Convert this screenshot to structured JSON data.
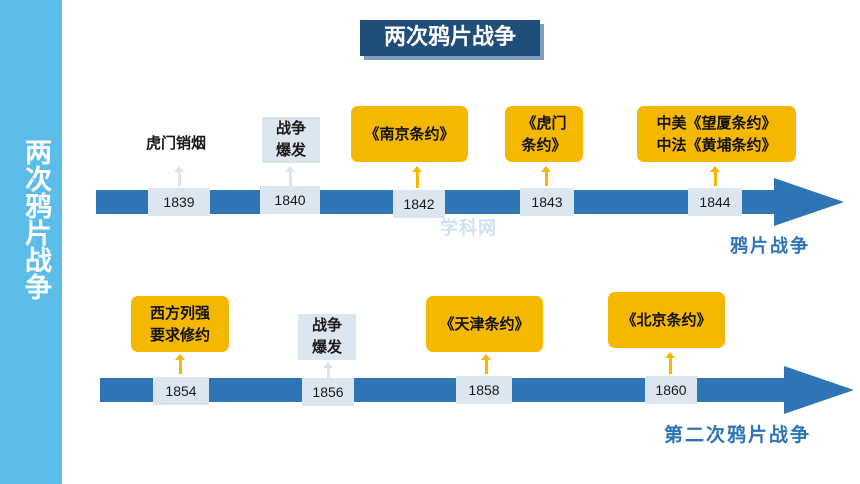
{
  "sidebar": {
    "title": "两次鸦片战争"
  },
  "header": {
    "title": "两次鸦片战争"
  },
  "watermark": "学科网",
  "first_war": {
    "label": "鸦片战争",
    "years": [
      "1839",
      "1840",
      "1842",
      "1843",
      "1844"
    ],
    "events": {
      "e1839": "虎门销烟",
      "e1840_line1": "战争",
      "e1840_line2": "爆发",
      "e1842": "《南京条约》",
      "e1843_line1": "《虎门",
      "e1843_line2": "条约》",
      "e1844_line1": "中美《望厦条约》",
      "e1844_line2": "中法《黄埔条约》"
    }
  },
  "second_war": {
    "label": "第二次鸦片战争",
    "years": [
      "1854",
      "1856",
      "1858",
      "1860"
    ],
    "events": {
      "e1854_line1": "西方列强",
      "e1854_line2": "要求修约",
      "e1856_line1": "战争",
      "e1856_line2": "爆发",
      "e1858": "《天津条约》",
      "e1860": "《北京条约》"
    }
  },
  "colors": {
    "sidebar": "#5bbde8",
    "arrow": "#2e75b6",
    "highlight": "#f5b800",
    "title_bg": "#1f4e79",
    "year_box": "#dbe6f1"
  }
}
